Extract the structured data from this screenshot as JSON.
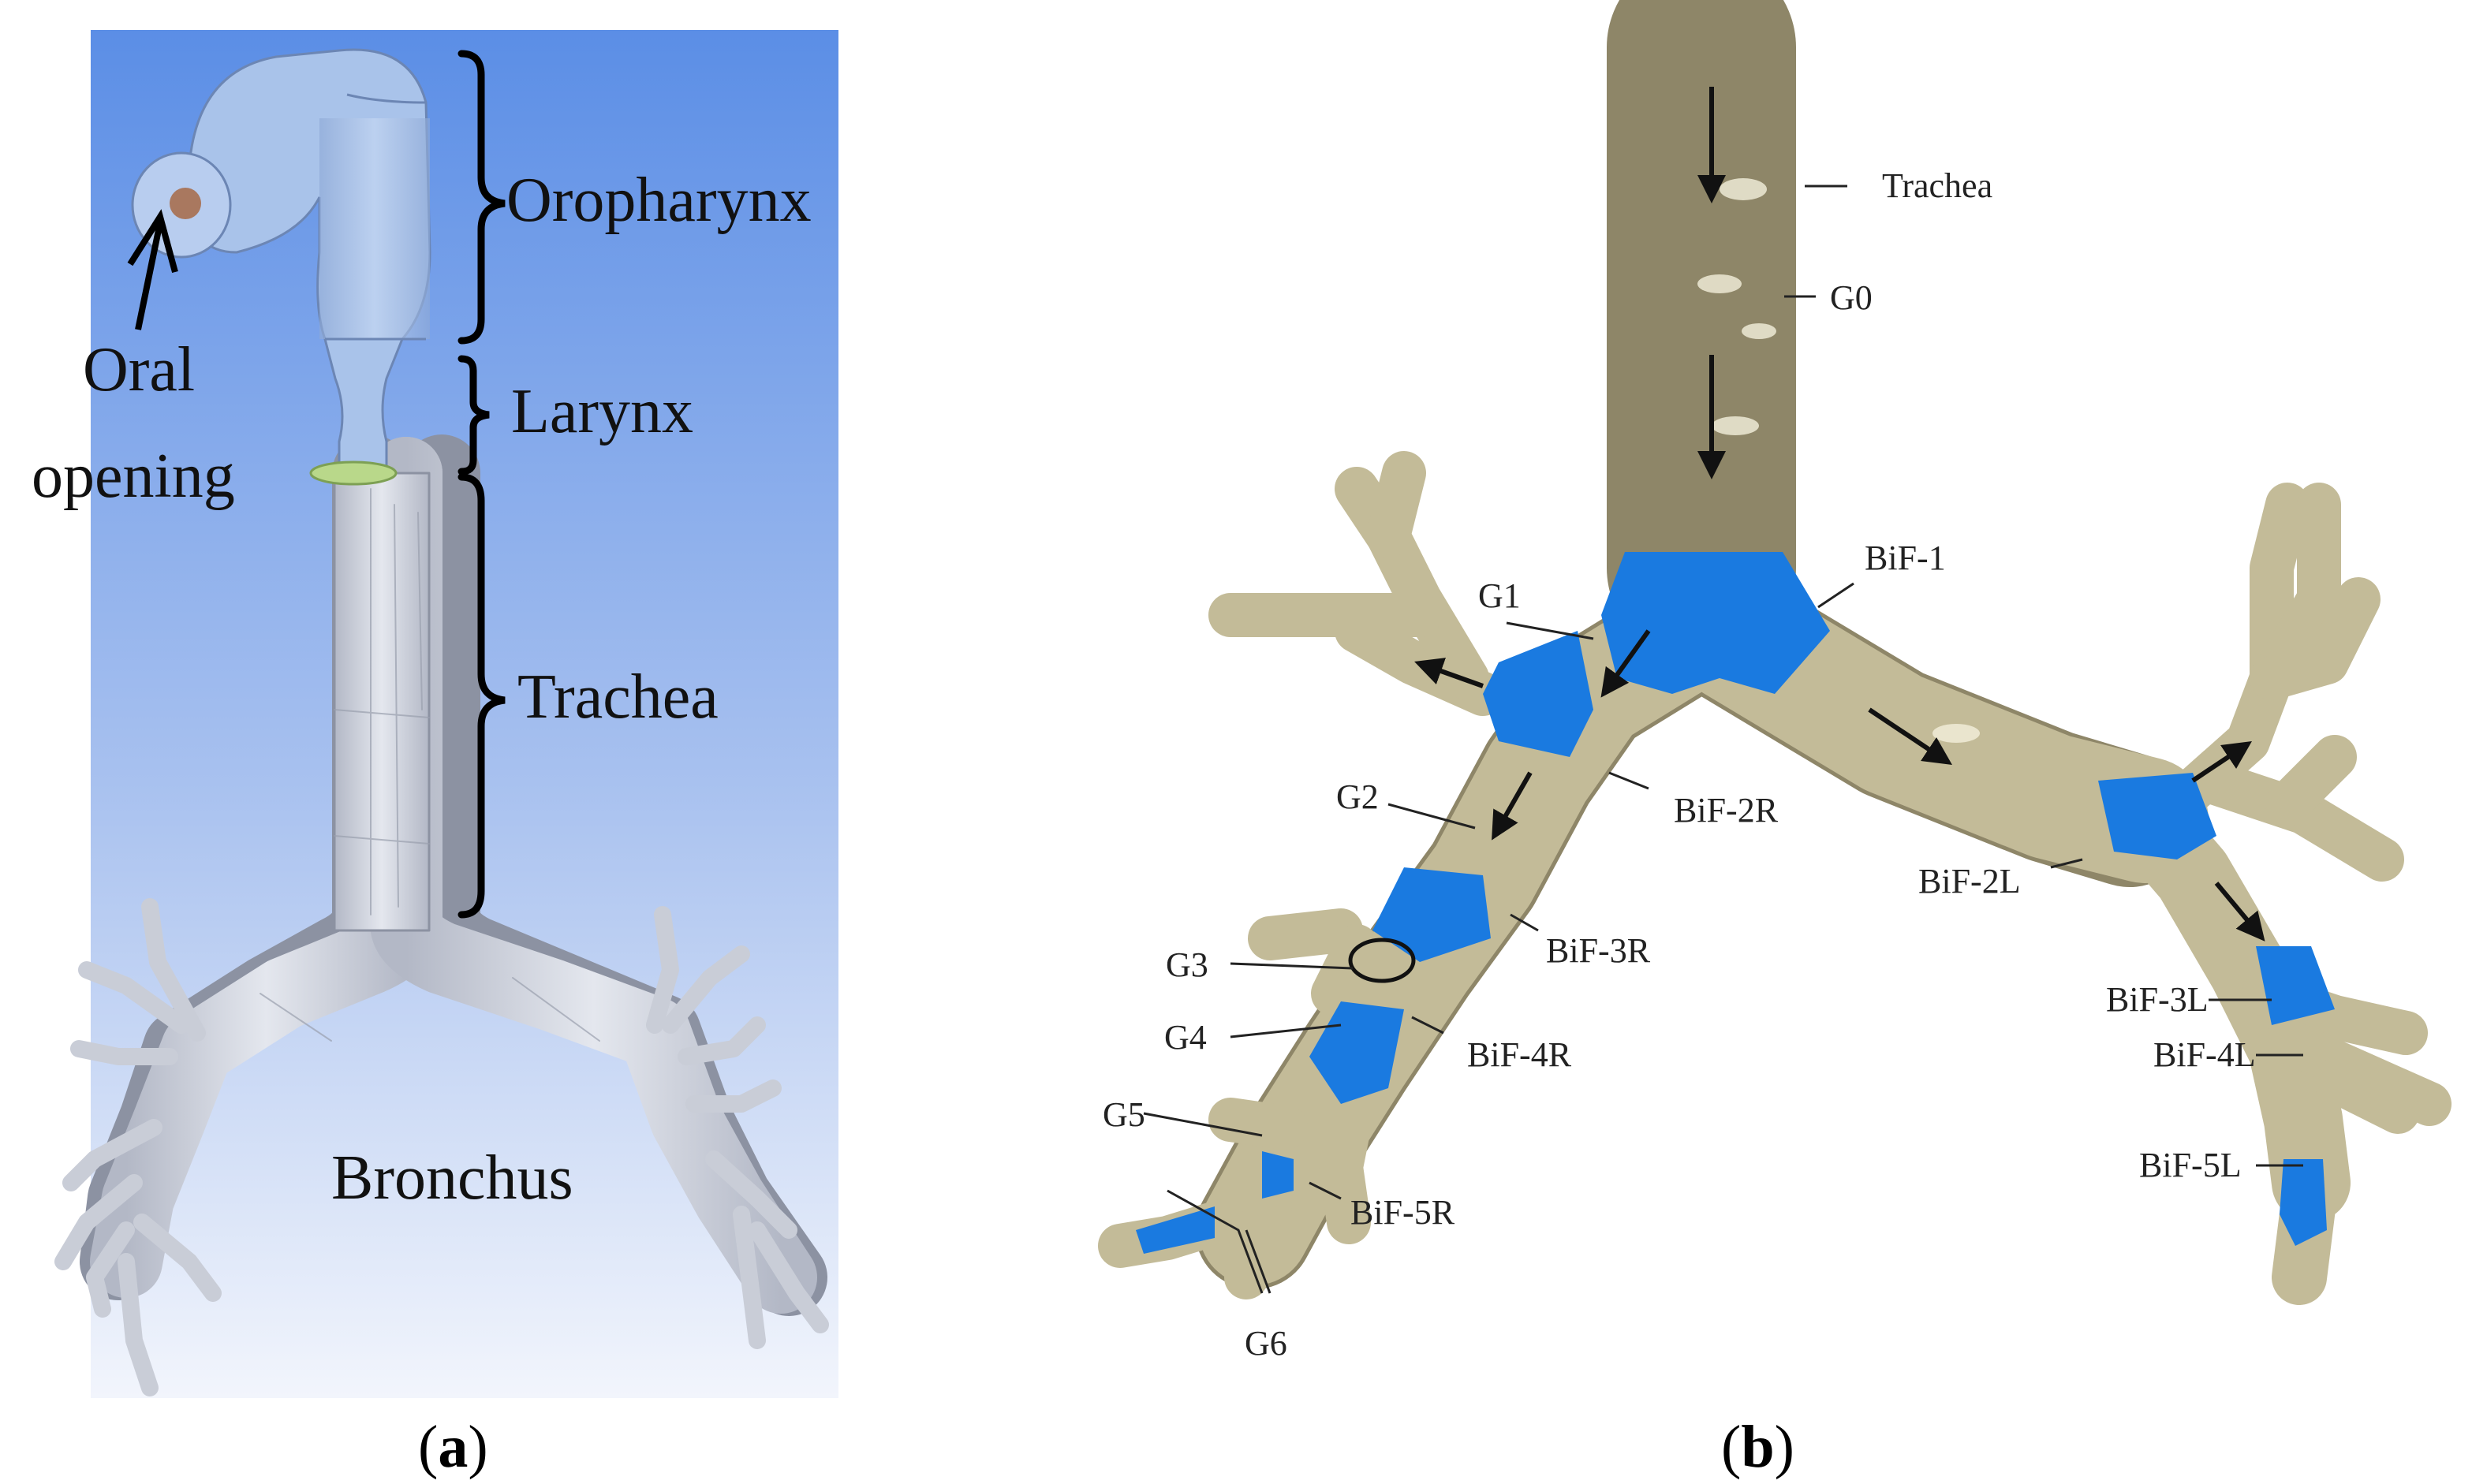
{
  "panel_a": {
    "panel_label_open": "(",
    "panel_label_letter": "a",
    "panel_label_close": ")",
    "labels": {
      "oropharynx": "Oropharynx",
      "larynx": "Larynx",
      "trachea": "Trachea",
      "bronchus": "Bronchus",
      "oral_line1": "Oral",
      "oral_line2": "opening"
    },
    "colors": {
      "background_top": "#5b8ee6",
      "background_bottom": "#f2f5fc",
      "upper_airway": "#a9c3ea",
      "lower_airway": "#d8dce6",
      "mouth_disc": "#a9785f",
      "ring": "#b9d88a"
    }
  },
  "panel_b": {
    "panel_label_open": "(",
    "panel_label_letter": "b",
    "panel_label_close": ")",
    "labels": {
      "trachea": "Trachea",
      "g0": "G0",
      "g1": "G1",
      "g2": "G2",
      "g3": "G3",
      "g4": "G4",
      "g5": "G5",
      "g6": "G6",
      "bif1": "BiF-1",
      "bif2r": "BiF-2R",
      "bif2l": "BiF-2L",
      "bif3r": "BiF-3R",
      "bif3l": "BiF-3L",
      "bif4r": "BiF-4R",
      "bif4l": "BiF-4L",
      "bif5r": "BiF-5R",
      "bif5l": "BiF-5L"
    },
    "colors": {
      "airway": "#c3bb98",
      "airway_shade": "#a59d7a",
      "bifurcation": "#1a7ae0"
    }
  }
}
